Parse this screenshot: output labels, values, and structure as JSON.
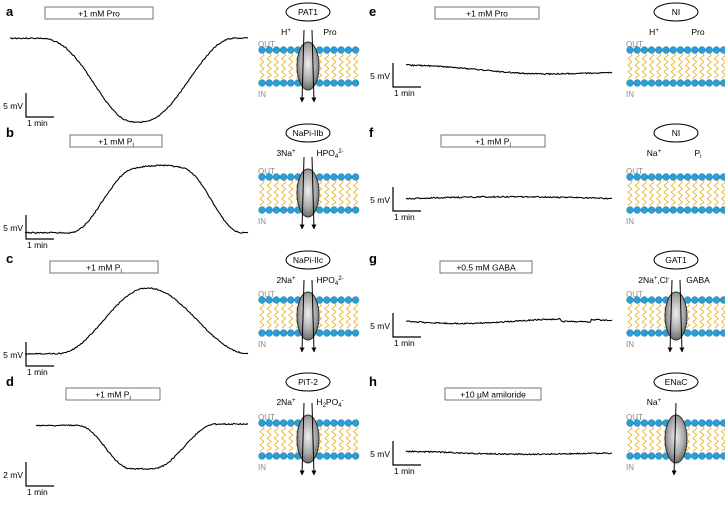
{
  "panels": [
    {
      "id": "a",
      "label": "a",
      "stim": "+1 mM Pro",
      "transporter": "PAT1",
      "s1": "H",
      "s1sup": "+",
      "s2": "Pro",
      "s2sub": "",
      "s2sup": "",
      "scale_mv": "5 mV",
      "scale_t": "1 min",
      "protein": true,
      "arrows": 2
    },
    {
      "id": "b",
      "label": "b",
      "stim": "+1 mM P",
      "stim_sub": "i",
      "transporter": "NaPi-IIb",
      "s1": "3Na",
      "s1sup": "+",
      "s2": "HPO",
      "s2sub": "4",
      "s2sup": "2-",
      "scale_mv": "5 mV",
      "scale_t": "1 min",
      "protein": true,
      "arrows": 2
    },
    {
      "id": "c",
      "label": "c",
      "stim": "+1 mM P",
      "stim_sub": "i",
      "transporter": "NaPi-IIc",
      "s1": "2Na",
      "s1sup": "+",
      "s2": "HPO",
      "s2sub": "4",
      "s2sup": "2-",
      "scale_mv": "5 mV",
      "scale_t": "1 min",
      "protein": true,
      "arrows": 2
    },
    {
      "id": "d",
      "label": "d",
      "stim": "+1 mM P",
      "stim_sub": "i",
      "transporter": "PiT-2",
      "s1": "2Na",
      "s1sup": "+",
      "s2": "H",
      "s2sub": "2",
      "s2b": "PO",
      "s2bsub": "4",
      "s2sup": "-",
      "scale_mv": "2 mV",
      "scale_t": "1 min",
      "protein": true,
      "arrows": 2
    },
    {
      "id": "e",
      "label": "e",
      "stim": "+1 mM Pro",
      "transporter": "NI",
      "s1": "H",
      "s1sup": "+",
      "s2": "Pro",
      "s2sub": "",
      "s2sup": "",
      "scale_mv": "5 mV",
      "scale_t": "1 min",
      "protein": false,
      "arrows": 0
    },
    {
      "id": "f",
      "label": "f",
      "stim": "+1 mM P",
      "stim_sub": "i",
      "transporter": "NI",
      "s1": "Na",
      "s1sup": "+",
      "s2": "P",
      "s2sub": "i",
      "s2sup": "",
      "scale_mv": "5 mV",
      "scale_t": "1 min",
      "protein": false,
      "arrows": 0
    },
    {
      "id": "g",
      "label": "g",
      "stim": "+0.5 mM GABA",
      "transporter": "GAT1",
      "s1": "2Na",
      "s1sup": "+",
      "s1b": ",Cl",
      "s1bsup": "-",
      "s2": "GABA",
      "s2sub": "",
      "s2sup": "",
      "scale_mv": "5 mV",
      "scale_t": "1 min",
      "protein": true,
      "arrows": 2
    },
    {
      "id": "h",
      "label": "h",
      "stim": "+10 µM amiloride",
      "transporter": "ENaC",
      "s1": "Na",
      "s1sup": "+",
      "s2": "",
      "s2sub": "",
      "s2sup": "",
      "scale_mv": "5 mV",
      "scale_t": "1 min",
      "protein": true,
      "arrows": 1
    }
  ],
  "membrane": {
    "out_label": "OUT",
    "in_label": "IN"
  },
  "colors": {
    "head": "#2a9fd6",
    "tail": "#e8b830",
    "protein_dark": "#555555",
    "protein_light": "#e6e6e6"
  }
}
